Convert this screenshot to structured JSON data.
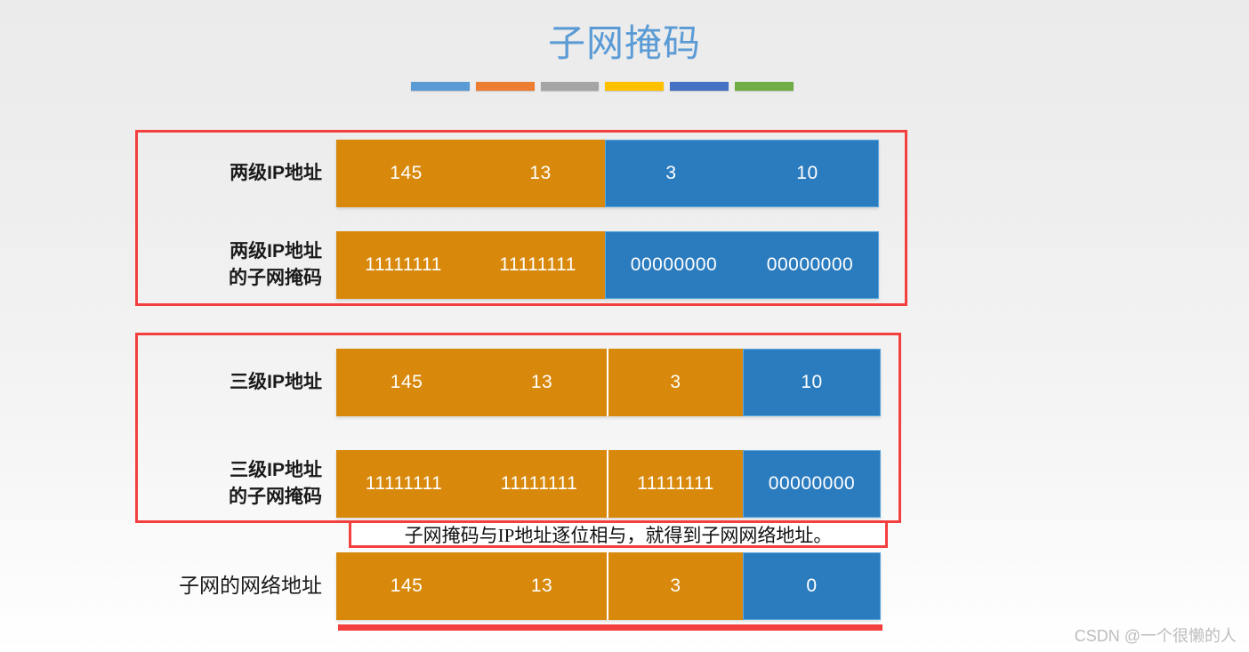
{
  "slide": {
    "title": "子网掩码",
    "watermark": "CSDN @一个很懒的人"
  },
  "title_rule": {
    "colors": [
      "#5b9bd5",
      "#ed7d31",
      "#a5a5a5",
      "#ffc000",
      "#4472c4",
      "#70ad47"
    ]
  },
  "colors": {
    "orange": "#d8890b",
    "blue": "#2b7cbf",
    "red": "#f43f3f",
    "title_blue": "#5b9bd5",
    "background": "#eeeeee"
  },
  "sections": {
    "two_level": {
      "rows": [
        {
          "label": "两级IP地址",
          "label_lines": [
            "两级IP地址"
          ],
          "segments": [
            {
              "color": "orange",
              "values": [
                "145",
                "13"
              ]
            },
            {
              "color": "blue",
              "values": [
                "3",
                "10"
              ]
            }
          ]
        },
        {
          "label": "两级IP地址的子网掩码",
          "label_lines": [
            "两级IP地址",
            "的子网掩码"
          ],
          "segments": [
            {
              "color": "orange",
              "values": [
                "11111111",
                "11111111"
              ]
            },
            {
              "color": "blue",
              "values": [
                "00000000",
                "00000000"
              ]
            }
          ]
        }
      ]
    },
    "three_level": {
      "rows": [
        {
          "label": "三级IP地址",
          "label_lines": [
            "三级IP地址"
          ],
          "segments": [
            {
              "color": "orange",
              "values": [
                "145",
                "13"
              ]
            },
            {
              "color": "orange",
              "values": [
                "3"
              ]
            },
            {
              "color": "blue",
              "values": [
                "10"
              ]
            }
          ]
        },
        {
          "label": "三级IP地址的子网掩码",
          "label_lines": [
            "三级IP地址",
            "的子网掩码"
          ],
          "segments": [
            {
              "color": "orange",
              "values": [
                "11111111",
                "11111111"
              ]
            },
            {
              "color": "orange",
              "values": [
                "11111111"
              ]
            },
            {
              "color": "blue",
              "values": [
                "00000000"
              ]
            }
          ]
        }
      ]
    },
    "result": {
      "rows": [
        {
          "label": "子网的网络地址",
          "label_lines": [
            "子网的网络地址"
          ],
          "segments": [
            {
              "color": "orange",
              "values": [
                "145",
                "13"
              ]
            },
            {
              "color": "orange",
              "values": [
                "3"
              ]
            },
            {
              "color": "blue",
              "values": [
                "0"
              ]
            }
          ]
        }
      ]
    }
  },
  "annotation": {
    "text": "子网掩码与IP地址逐位相与，就得到子网网络地址。"
  }
}
